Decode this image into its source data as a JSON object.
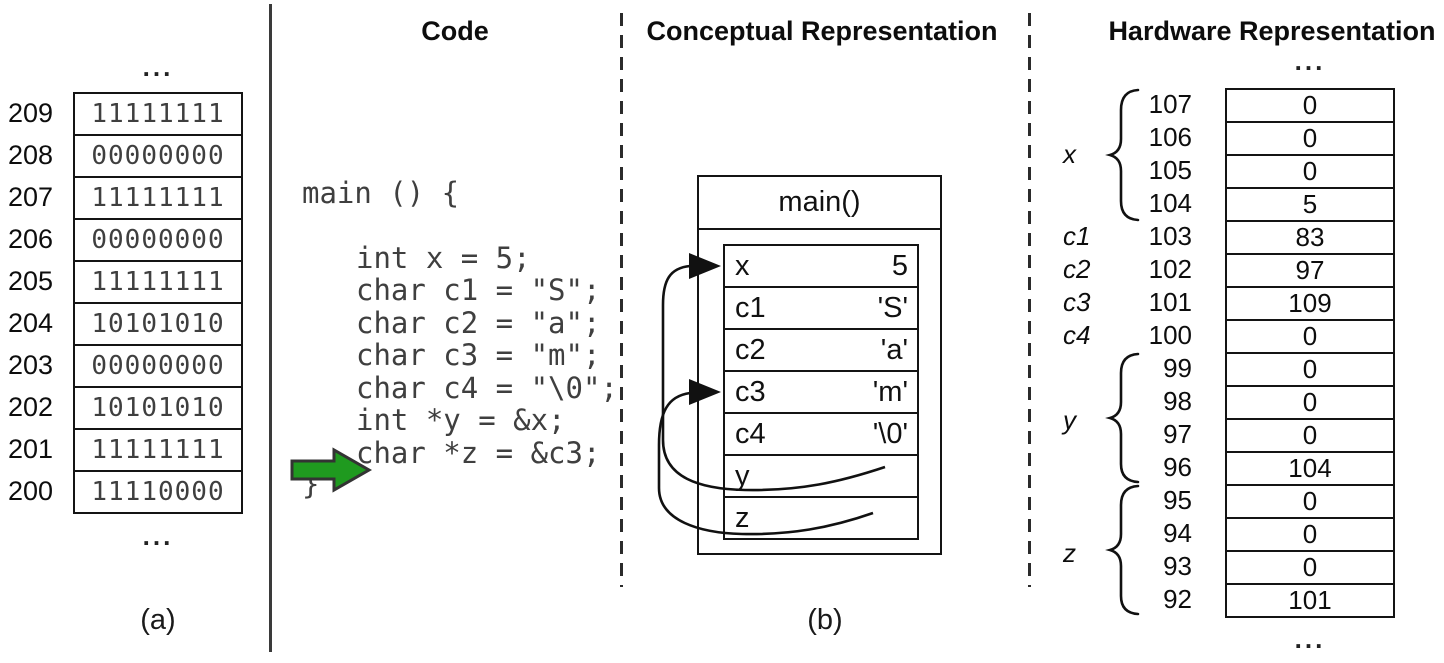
{
  "colors": {
    "arrow_fill": "#1f9a1f",
    "arrow_stroke": "#333333",
    "line": "#141414"
  },
  "panel_a": {
    "top_ellipsis": "...",
    "bottom_ellipsis": "...",
    "caption": "(a)",
    "rows": [
      {
        "address": "209",
        "bits": "11111111"
      },
      {
        "address": "208",
        "bits": "00000000"
      },
      {
        "address": "207",
        "bits": "11111111"
      },
      {
        "address": "206",
        "bits": "00000000"
      },
      {
        "address": "205",
        "bits": "11111111"
      },
      {
        "address": "204",
        "bits": "10101010"
      },
      {
        "address": "203",
        "bits": "00000000"
      },
      {
        "address": "202",
        "bits": "10101010"
      },
      {
        "address": "201",
        "bits": "11111111"
      },
      {
        "address": "200",
        "bits": "11110000"
      }
    ]
  },
  "code": {
    "title": "Code",
    "lines": [
      {
        "text": "main () {"
      },
      {
        "text": "int x = 5;"
      },
      {
        "text": "char c1 = \"S\";"
      },
      {
        "text": "char c2 = \"a\";"
      },
      {
        "text": "char c3 = \"m\";"
      },
      {
        "text": "char c4 = \"\\0\";"
      },
      {
        "text": "int *y = &x;"
      },
      {
        "text": "char *z = &c3;"
      },
      {
        "text": "}"
      }
    ],
    "arrow_points_to": "char *z = &c3;"
  },
  "conceptual": {
    "title": "Conceptual Representation",
    "frame_title": "main()",
    "caption": "(b)",
    "rows": [
      {
        "name": "x",
        "value": "5"
      },
      {
        "name": "c1",
        "value": "'S'"
      },
      {
        "name": "c2",
        "value": "'a'"
      },
      {
        "name": "c3",
        "value": "'m'"
      },
      {
        "name": "c4",
        "value": "'\\0'"
      },
      {
        "name": "y",
        "value": ""
      },
      {
        "name": "z",
        "value": ""
      }
    ],
    "pointers": [
      {
        "from": "y",
        "to": "x"
      },
      {
        "from": "z",
        "to": "c3"
      }
    ]
  },
  "hardware": {
    "title": "Hardware Representation",
    "top_ellipsis": "...",
    "bottom_ellipsis": "...",
    "rows": [
      {
        "address": "107",
        "value": "0"
      },
      {
        "address": "106",
        "value": "0"
      },
      {
        "address": "105",
        "value": "0"
      },
      {
        "address": "104",
        "value": "5"
      },
      {
        "address": "103",
        "value": "83"
      },
      {
        "address": "102",
        "value": "97"
      },
      {
        "address": "101",
        "value": "109"
      },
      {
        "address": "100",
        "value": "0"
      },
      {
        "address": "99",
        "value": "0"
      },
      {
        "address": "98",
        "value": "0"
      },
      {
        "address": "97",
        "value": "0"
      },
      {
        "address": "96",
        "value": "104"
      },
      {
        "address": "95",
        "value": "0"
      },
      {
        "address": "94",
        "value": "0"
      },
      {
        "address": "93",
        "value": "0"
      },
      {
        "address": "92",
        "value": "101"
      }
    ],
    "variables": [
      {
        "name": "x",
        "spans": "107-104"
      },
      {
        "name": "c1",
        "spans": "103"
      },
      {
        "name": "c2",
        "spans": "102"
      },
      {
        "name": "c3",
        "spans": "101"
      },
      {
        "name": "c4",
        "spans": "100"
      },
      {
        "name": "y",
        "spans": "99-96"
      },
      {
        "name": "z",
        "spans": "95-92"
      }
    ]
  }
}
